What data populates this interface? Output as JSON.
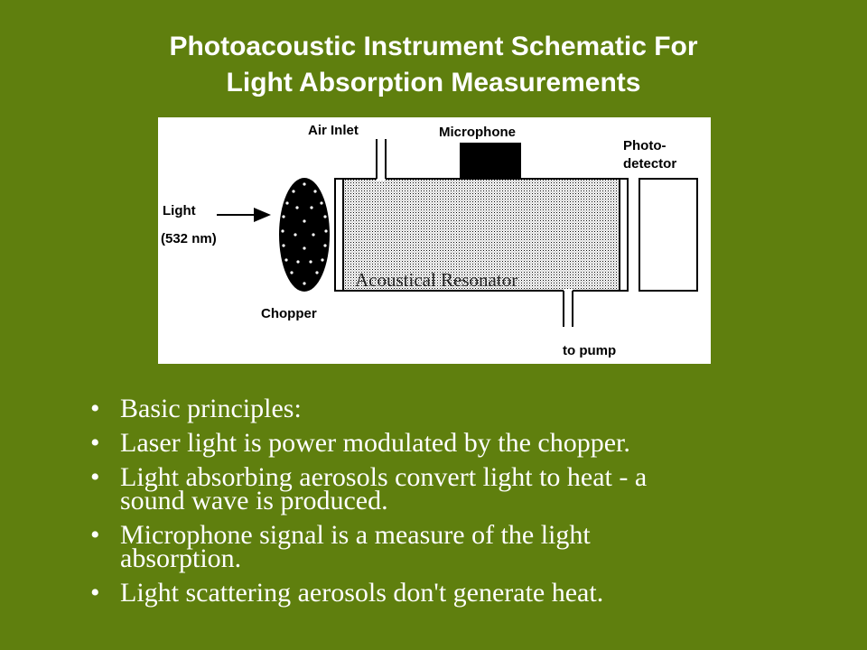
{
  "title": {
    "line1": "Photoacoustic Instrument Schematic For",
    "line2": "Light Absorption Measurements"
  },
  "diagram": {
    "air_inlet_label": "Air Inlet",
    "microphone_label": "Microphone",
    "photodetector_label_line1": "Photo-",
    "photodetector_label_line2": "detector",
    "light_label_line1": "Light",
    "light_label_line2": "(532 nm)",
    "chopper_label": "Chopper",
    "resonator_label": "Acoustical Resonator",
    "pump_label": "to pump"
  },
  "bullets": [
    {
      "lines": [
        "Basic principles:"
      ]
    },
    {
      "lines": [
        "Laser light is power modulated by the chopper."
      ]
    },
    {
      "lines": [
        "Light absorbing aerosols convert light to heat - a",
        "sound wave is produced."
      ]
    },
    {
      "lines": [
        "Microphone signal is a measure of the light",
        "absorption."
      ]
    },
    {
      "lines": [
        "Light scattering aerosols don't generate heat."
      ]
    }
  ]
}
